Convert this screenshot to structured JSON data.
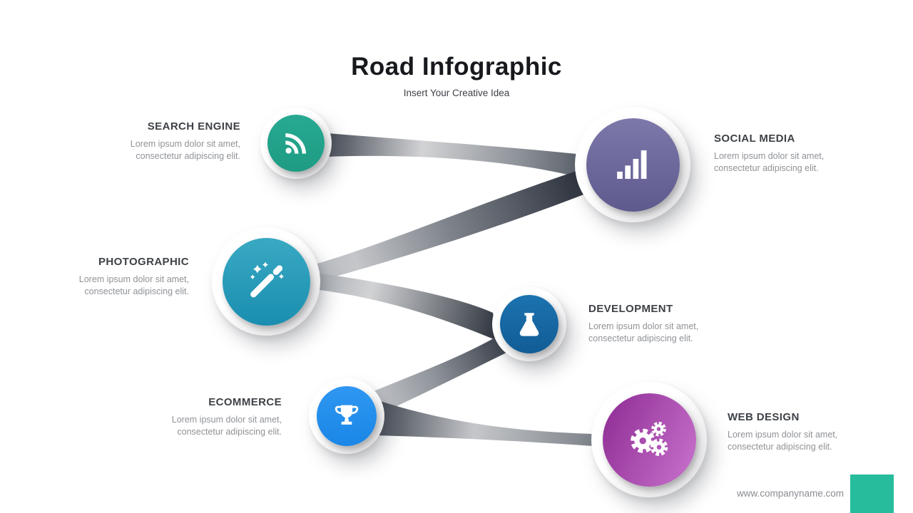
{
  "header": {
    "title": "Road Infographic",
    "subtitle": "Insert Your Creative Idea"
  },
  "nodes": [
    {
      "id": "search-engine",
      "label": "SEARCH ENGINE",
      "description": "Lorem ipsum dolor sit amet, consectetur adipiscing elit.",
      "icon": "rss-icon",
      "color_top": "#27a992",
      "color_bottom": "#1e9b83"
    },
    {
      "id": "social-media",
      "label": "SOCIAL MEDIA",
      "description": "Lorem ipsum dolor sit amet, consectetur adipiscing elit.",
      "icon": "bar-chart-icon",
      "color_top": "#7c78aa",
      "color_bottom": "#5e5a8d"
    },
    {
      "id": "photographic",
      "label": "PHOTOGRAPHIC",
      "description": "Lorem ipsum dolor sit amet, consectetur adipiscing elit.",
      "icon": "magic-wand-icon",
      "color_top": "#39a9c3",
      "color_bottom": "#1a8eb0"
    },
    {
      "id": "development",
      "label": "DEVELOPMENT",
      "description": "Lorem ipsum dolor sit amet, consectetur adipiscing elit.",
      "icon": "flask-icon",
      "color_top": "#1b73af",
      "color_bottom": "#125c96"
    },
    {
      "id": "ecommerce",
      "label": "ECOMMERCE",
      "description": "Lorem ipsum dolor sit amet, consectetur adipiscing elit.",
      "icon": "trophy-icon",
      "color_top": "#2f97f2",
      "color_bottom": "#1a86e6"
    },
    {
      "id": "web-design",
      "label": "WEB DESIGN",
      "description": "Lorem ipsum dolor sit amet, consectetur adipiscing elit.",
      "icon": "gears-icon",
      "color_top": "#8d2b93",
      "color_bottom": "#c973cd"
    }
  ],
  "footer": {
    "website": "www.companyname.com",
    "accent_color": "#26bc9c"
  }
}
